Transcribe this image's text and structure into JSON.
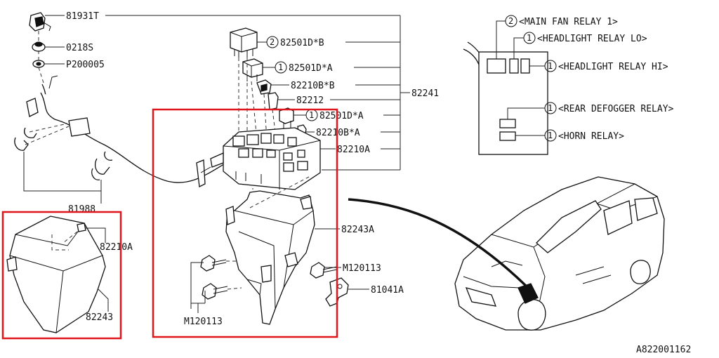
{
  "labels": {
    "p81931T": "81931T",
    "p0218S": "0218S",
    "pP200005": "P200005",
    "p81988": "81988",
    "p82501DB": "82501D*B",
    "p82501DA_1": "82501D*A",
    "p82210BB": "82210B*B",
    "p82212": "82212",
    "p82241": "82241",
    "p82501DA_2": "82501D*A",
    "p82210BA": "82210B*A",
    "p82210A_top": "82210A",
    "p82243A": "82243A",
    "pM120113_right": "M120113",
    "p81041A": "81041A",
    "pM120113_bottom": "M120113",
    "p82210A_box": "82210A",
    "p82243": "82243"
  },
  "callouts": {
    "c2_82501DB": "2",
    "c1_82501DA_1": "1",
    "c1_82501DA_2": "1"
  },
  "legend": {
    "main_fan_relay": {
      "num": "2",
      "text": "<MAIN FAN RELAY 1>"
    },
    "headlight_relay_lo": {
      "num": "1",
      "text": "<HEADLIGHT RELAY LO>"
    },
    "headlight_relay_hi": {
      "num": "1",
      "text": "<HEADLIGHT RELAY HI>"
    },
    "rear_defogger_relay": {
      "num": "1",
      "text": "<REAR DEFOGGER RELAY>"
    },
    "horn_relay": {
      "num": "1",
      "text": "<HORN RELAY>"
    }
  },
  "figure_id": "A822001162",
  "colors": {
    "highlight": "#e0161c",
    "line": "#111111",
    "background": "#ffffff"
  },
  "icons": [
    "relay-icon",
    "bolt-icon",
    "nut-icon",
    "washer-icon",
    "fuse-icon",
    "car-icon"
  ]
}
